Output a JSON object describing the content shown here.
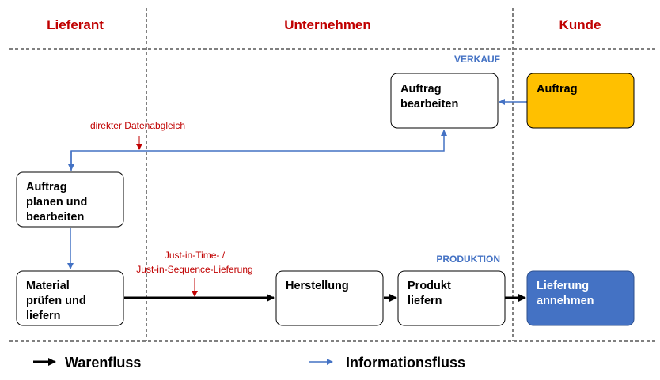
{
  "headers": {
    "supplier": "Lieferant",
    "company": "Unternehmen",
    "customer": "Kunde"
  },
  "sections": {
    "sales": "VERKAUF",
    "production": "PRODUKTION"
  },
  "notes": {
    "data_sync": "direkter Datenabgleich",
    "jit_line1": "Just-in-Time-  /",
    "jit_line2": "Just-in-Sequence-Lieferung"
  },
  "boxes": {
    "customer_order": {
      "lines": [
        "Auftrag"
      ],
      "fill": "#ffc000"
    },
    "process_order": {
      "lines": [
        "Auftrag",
        "bearbeiten"
      ]
    },
    "plan_order": {
      "lines": [
        "Auftrag",
        "planen und",
        "bearbeiten"
      ]
    },
    "check_material": {
      "lines": [
        "Material",
        "prüfen und",
        "liefern"
      ]
    },
    "manufacturing": {
      "lines": [
        "Herstellung"
      ]
    },
    "deliver_product": {
      "lines": [
        "Produkt",
        "liefern"
      ]
    },
    "receive_delivery": {
      "lines": [
        "Lieferung",
        "annehmen"
      ],
      "fill": "#4472c4"
    }
  },
  "legend": {
    "goods_flow": "Warenfluss",
    "info_flow": "Informationsfluss"
  },
  "colors": {
    "header_red": "#c00000",
    "info_blue": "#4472c4",
    "customer_order_fill": "#ffc000",
    "delivery_fill": "#4472c4"
  }
}
